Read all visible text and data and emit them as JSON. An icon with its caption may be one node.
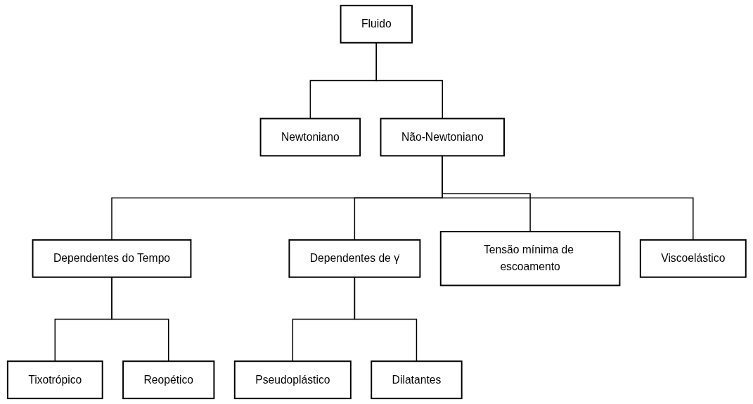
{
  "diagram": {
    "nodes": [
      {
        "text": [
          "Fluido"
        ]
      },
      {
        "text": [
          "Newtoniano"
        ]
      },
      {
        "text": [
          "Não-Newtoniano"
        ]
      },
      {
        "text": [
          "Dependentes do Tempo"
        ]
      },
      {
        "text": [
          "Dependentes de γ̇"
        ]
      },
      {
        "text": [
          "Tensão mínima de escoamento"
        ]
      },
      {
        "text": [
          "Viscoelástico"
        ]
      },
      {
        "text": [
          "Tixotrópico"
        ]
      },
      {
        "text": [
          "Reopético"
        ]
      },
      {
        "text": [
          "Pseudoplástico"
        ]
      },
      {
        "text": [
          "Dilatantes"
        ]
      }
    ],
    "edges": [
      {
        "from": 0,
        "to": 1,
        "arrow": "none"
      },
      {
        "from": 0,
        "to": 2,
        "arrow": "none"
      },
      {
        "from": 2,
        "to": 3,
        "arrow": "none"
      },
      {
        "from": 2,
        "to": 4,
        "arrow": "none"
      },
      {
        "from": 2,
        "to": 5,
        "arrow": "none"
      },
      {
        "from": 2,
        "to": 6,
        "arrow": "none"
      },
      {
        "from": 3,
        "to": 7,
        "arrow": "none"
      },
      {
        "from": 3,
        "to": 8,
        "arrow": "none"
      },
      {
        "from": 4,
        "to": 9,
        "arrow": "none"
      },
      {
        "from": 4,
        "to": 10,
        "arrow": "none"
      }
    ]
  }
}
